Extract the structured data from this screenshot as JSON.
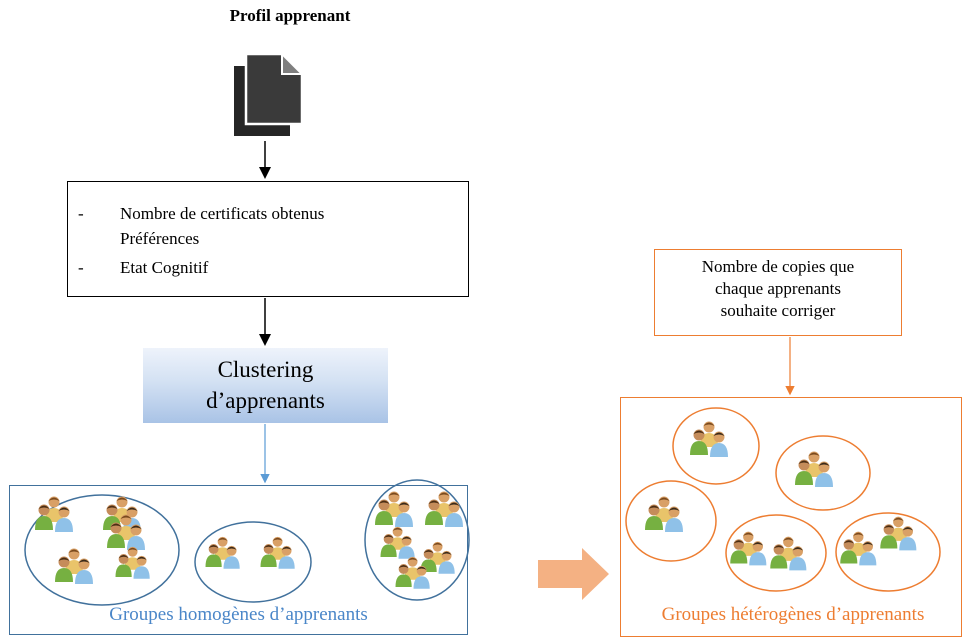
{
  "diagram": {
    "title": "Profil apprenant",
    "criteria": {
      "line1": "Nombre de certificats obtenus",
      "line2": "Préférences",
      "line3": "Etat Cognitif",
      "dash": "-"
    },
    "clustering": {
      "line1": "Clustering",
      "line2": "d’apprenants"
    },
    "copies": {
      "line1": "Nombre de copies que",
      "line2": "chaque apprenants",
      "line3": "souhaite corriger"
    },
    "homogeneous_label": "Groupes homogènes d’apprenants",
    "heterogeneous_label": "Groupes hétérogènes d’apprenants"
  },
  "colors": {
    "blue_line": "#5b9bd5",
    "blue_frame": "#41719c",
    "orange": "#ed7d31",
    "big_arrow": "#f4b183"
  },
  "icons": [
    "document-icon",
    "people-group-icon",
    "arrow-right-icon"
  ]
}
